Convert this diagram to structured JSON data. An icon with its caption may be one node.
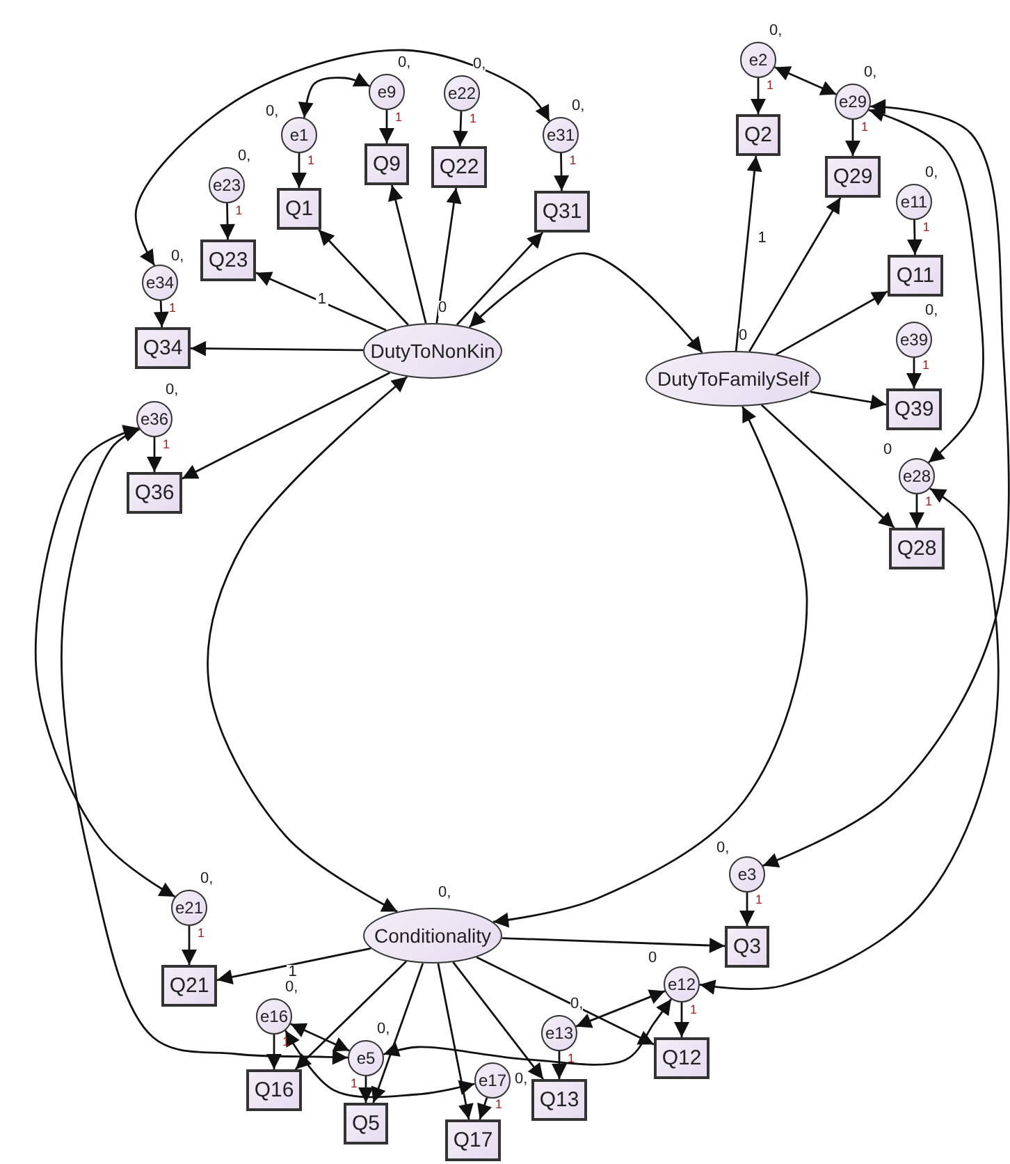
{
  "diagram": {
    "nodes": [
      {
        "text": [
          "DutyToNonKin"
        ],
        "beside": [
          "0"
        ]
      },
      {
        "text": [
          "DutyToFamilySelf"
        ],
        "beside": [
          "0"
        ]
      },
      {
        "text": [
          "Conditionality"
        ],
        "beside": [
          "0,"
        ]
      },
      {
        "text": [
          "Q1"
        ]
      },
      {
        "text": [
          "Q9"
        ]
      },
      {
        "text": [
          "Q22"
        ]
      },
      {
        "text": [
          "Q31"
        ]
      },
      {
        "text": [
          "Q23"
        ]
      },
      {
        "text": [
          "Q34"
        ]
      },
      {
        "text": [
          "Q36"
        ]
      },
      {
        "text": [
          "Q2"
        ]
      },
      {
        "text": [
          "Q29"
        ]
      },
      {
        "text": [
          "Q11"
        ]
      },
      {
        "text": [
          "Q39"
        ]
      },
      {
        "text": [
          "Q28"
        ]
      },
      {
        "text": [
          "Q21"
        ]
      },
      {
        "text": [
          "Q16"
        ]
      },
      {
        "text": [
          "Q5"
        ]
      },
      {
        "text": [
          "Q17"
        ]
      },
      {
        "text": [
          "Q13"
        ]
      },
      {
        "text": [
          "Q12"
        ]
      },
      {
        "text": [
          "Q3"
        ]
      },
      {
        "text": [
          "e1"
        ],
        "beside": [
          "0,"
        ]
      },
      {
        "text": [
          "e9"
        ],
        "beside": [
          "0,"
        ]
      },
      {
        "text": [
          "e22"
        ],
        "beside": [
          "0,"
        ]
      },
      {
        "text": [
          "e31"
        ],
        "beside": [
          "0,"
        ]
      },
      {
        "text": [
          "e23"
        ],
        "beside": [
          "0,"
        ]
      },
      {
        "text": [
          "e34"
        ],
        "beside": [
          "0,"
        ]
      },
      {
        "text": [
          "e36"
        ],
        "beside": [
          "0,"
        ]
      },
      {
        "text": [
          "e2"
        ],
        "beside": [
          "0,"
        ]
      },
      {
        "text": [
          "e29"
        ],
        "beside": [
          "0,"
        ]
      },
      {
        "text": [
          "e11"
        ],
        "beside": [
          "0,"
        ]
      },
      {
        "text": [
          "e39"
        ],
        "beside": [
          "0,"
        ]
      },
      {
        "text": [
          "e28"
        ],
        "beside": [
          "0"
        ]
      },
      {
        "text": [
          "e21"
        ],
        "beside": [
          "0,"
        ]
      },
      {
        "text": [
          "e16"
        ],
        "beside": [
          "0,"
        ]
      },
      {
        "text": [
          "e5"
        ],
        "beside": [
          "0,"
        ]
      },
      {
        "text": [
          "e17"
        ],
        "beside": [
          "0,"
        ]
      },
      {
        "text": [
          "e13"
        ],
        "beside": [
          "0,"
        ]
      },
      {
        "text": [
          "e12"
        ],
        "beside": [
          "0"
        ]
      },
      {
        "text": [
          "e3"
        ],
        "beside": [
          "0,"
        ]
      }
    ],
    "edges": [
      {
        "from": 0,
        "to": 3,
        "arrow": "to"
      },
      {
        "from": 0,
        "to": 4,
        "arrow": "to"
      },
      {
        "from": 0,
        "to": 5,
        "arrow": "to"
      },
      {
        "from": 0,
        "to": 6,
        "arrow": "to"
      },
      {
        "from": 0,
        "to": 7,
        "arrow": "to",
        "label": "1"
      },
      {
        "from": 0,
        "to": 8,
        "arrow": "to"
      },
      {
        "from": 0,
        "to": 9,
        "arrow": "to"
      },
      {
        "from": 1,
        "to": 10,
        "arrow": "to",
        "label": "1"
      },
      {
        "from": 1,
        "to": 11,
        "arrow": "to"
      },
      {
        "from": 1,
        "to": 12,
        "arrow": "to"
      },
      {
        "from": 1,
        "to": 13,
        "arrow": "to"
      },
      {
        "from": 1,
        "to": 14,
        "arrow": "to"
      },
      {
        "from": 2,
        "to": 15,
        "arrow": "to",
        "label": "1"
      },
      {
        "from": 2,
        "to": 16,
        "arrow": "to"
      },
      {
        "from": 2,
        "to": 17,
        "arrow": "to"
      },
      {
        "from": 2,
        "to": 18,
        "arrow": "to"
      },
      {
        "from": 2,
        "to": 19,
        "arrow": "to"
      },
      {
        "from": 2,
        "to": 20,
        "arrow": "to"
      },
      {
        "from": 2,
        "to": 21,
        "arrow": "to"
      },
      {
        "from": 22,
        "to": 3,
        "arrow": "to",
        "label": "1"
      },
      {
        "from": 23,
        "to": 4,
        "arrow": "to",
        "label": "1"
      },
      {
        "from": 24,
        "to": 5,
        "arrow": "to",
        "label": "1"
      },
      {
        "from": 25,
        "to": 6,
        "arrow": "to",
        "label": "1"
      },
      {
        "from": 26,
        "to": 7,
        "arrow": "to",
        "label": "1"
      },
      {
        "from": 27,
        "to": 8,
        "arrow": "to",
        "label": "1"
      },
      {
        "from": 28,
        "to": 9,
        "arrow": "to",
        "label": "1"
      },
      {
        "from": 29,
        "to": 10,
        "arrow": "to",
        "label": "1"
      },
      {
        "from": 30,
        "to": 11,
        "arrow": "to",
        "label": "1"
      },
      {
        "from": 31,
        "to": 12,
        "arrow": "to",
        "label": "1"
      },
      {
        "from": 32,
        "to": 13,
        "arrow": "to",
        "label": "1"
      },
      {
        "from": 33,
        "to": 14,
        "arrow": "to",
        "label": "1"
      },
      {
        "from": 34,
        "to": 15,
        "arrow": "to",
        "label": "1"
      },
      {
        "from": 35,
        "to": 16,
        "arrow": "to",
        "label": "1"
      },
      {
        "from": 36,
        "to": 17,
        "arrow": "to",
        "label": "1"
      },
      {
        "from": 37,
        "to": 18,
        "arrow": "to",
        "label": "1"
      },
      {
        "from": 38,
        "to": 19,
        "arrow": "to",
        "label": "1"
      },
      {
        "from": 39,
        "to": 20,
        "arrow": "to",
        "label": "1"
      },
      {
        "from": 40,
        "to": 21,
        "arrow": "to",
        "label": "1"
      },
      {
        "from": 0,
        "to": 1,
        "arrow": "both"
      },
      {
        "from": 0,
        "to": 2,
        "arrow": "both"
      },
      {
        "from": 1,
        "to": 2,
        "arrow": "both"
      },
      {
        "from": 27,
        "to": 25,
        "arrow": "both"
      },
      {
        "from": 22,
        "to": 23,
        "arrow": "both"
      },
      {
        "from": 29,
        "to": 30,
        "arrow": "both"
      },
      {
        "from": 30,
        "to": 33,
        "arrow": "both"
      },
      {
        "from": 30,
        "to": 40,
        "arrow": "both"
      },
      {
        "from": 33,
        "to": 39,
        "arrow": "both"
      },
      {
        "from": 28,
        "to": 34,
        "arrow": "both"
      },
      {
        "from": 28,
        "to": 36,
        "arrow": "both"
      },
      {
        "from": 35,
        "to": 36,
        "arrow": "both"
      },
      {
        "from": 35,
        "to": 37,
        "arrow": "both"
      },
      {
        "from": 36,
        "to": 39,
        "arrow": "both"
      },
      {
        "from": 38,
        "to": 39,
        "arrow": "both"
      }
    ]
  }
}
